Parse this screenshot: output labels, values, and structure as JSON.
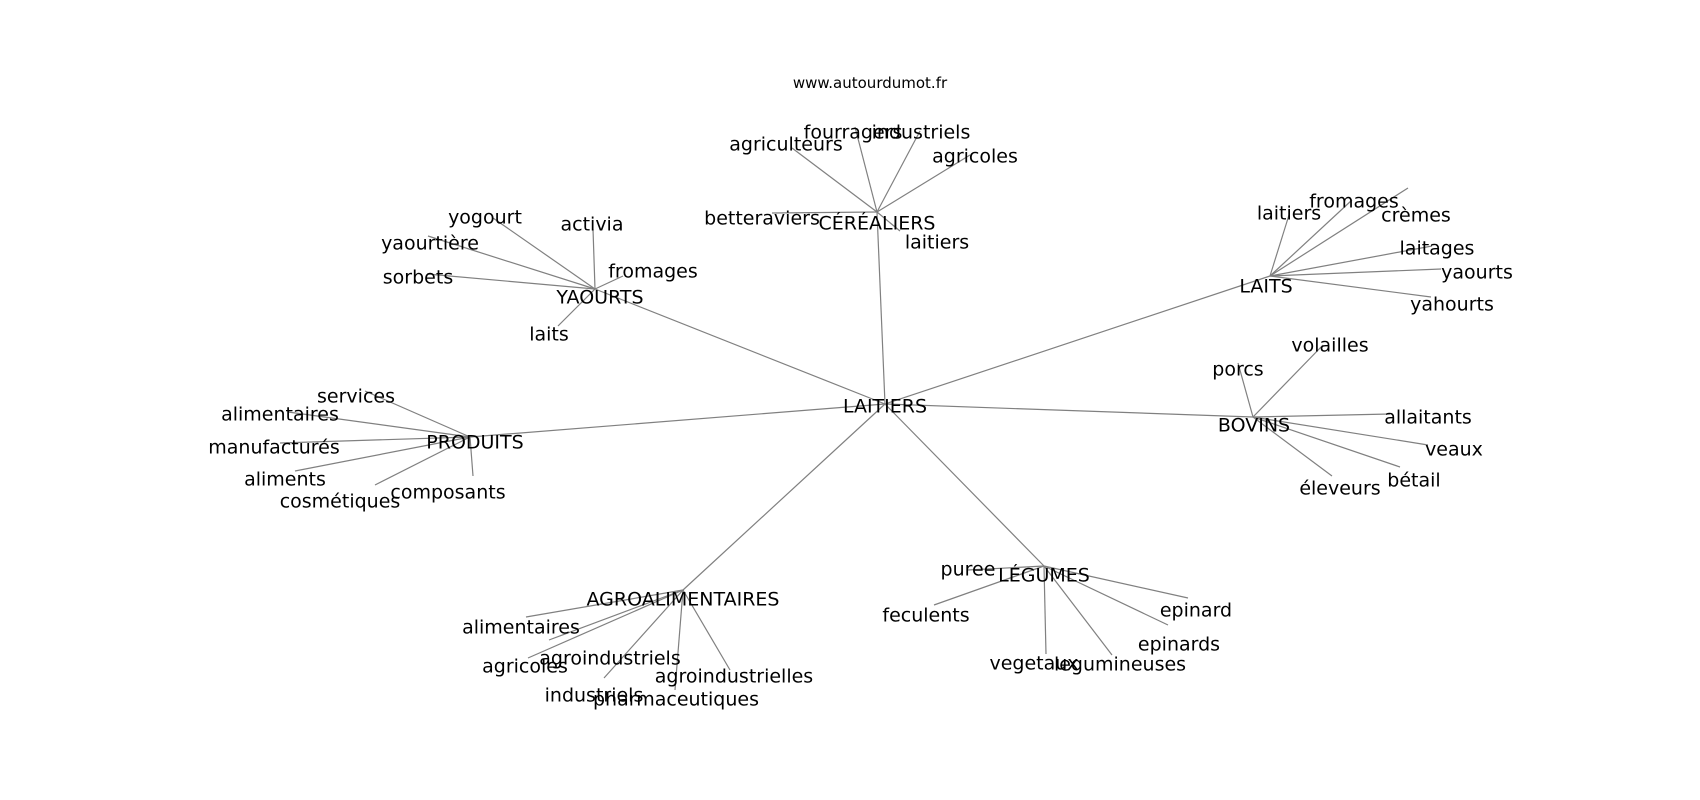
{
  "watermark": "www.autourdumot.fr",
  "colors": {
    "edge": "#808080",
    "text": "#000000",
    "background": "#ffffff"
  },
  "graph": {
    "center": "LAITIERS",
    "groups": [
      {
        "label": "CÉRÉALIERS",
        "terms": [
          "betteraviers",
          "agriculteurs",
          "fourragers",
          "industriels",
          "agricoles",
          "laitiers"
        ]
      },
      {
        "label": "YAOURTS",
        "terms": [
          "yogourt",
          "yaourtière",
          "sorbets",
          "activia",
          "fromages",
          "laits"
        ]
      },
      {
        "label": "LAITS",
        "terms": [
          "laitiers",
          "fromages",
          "crèmes",
          "laitages",
          "yaourts",
          "yahourts"
        ]
      },
      {
        "label": "PRODUITS",
        "terms": [
          "services",
          "alimentaires",
          "manufacturés",
          "aliments",
          "cosmétiques",
          "composants"
        ]
      },
      {
        "label": "BOVINS",
        "terms": [
          "porcs",
          "volailles",
          "allaitants",
          "veaux",
          "bétail",
          "éleveurs"
        ]
      },
      {
        "label": "AGROALIMENTAIRES",
        "terms": [
          "alimentaires",
          "agroindustriels",
          "agricoles",
          "industriels",
          "pharmaceutiques",
          "agroindustrielles"
        ]
      },
      {
        "label": "LÉGUMES",
        "terms": [
          "puree",
          "feculents",
          "vegetaux",
          "legumineuses",
          "epinards",
          "epinard"
        ]
      }
    ]
  }
}
